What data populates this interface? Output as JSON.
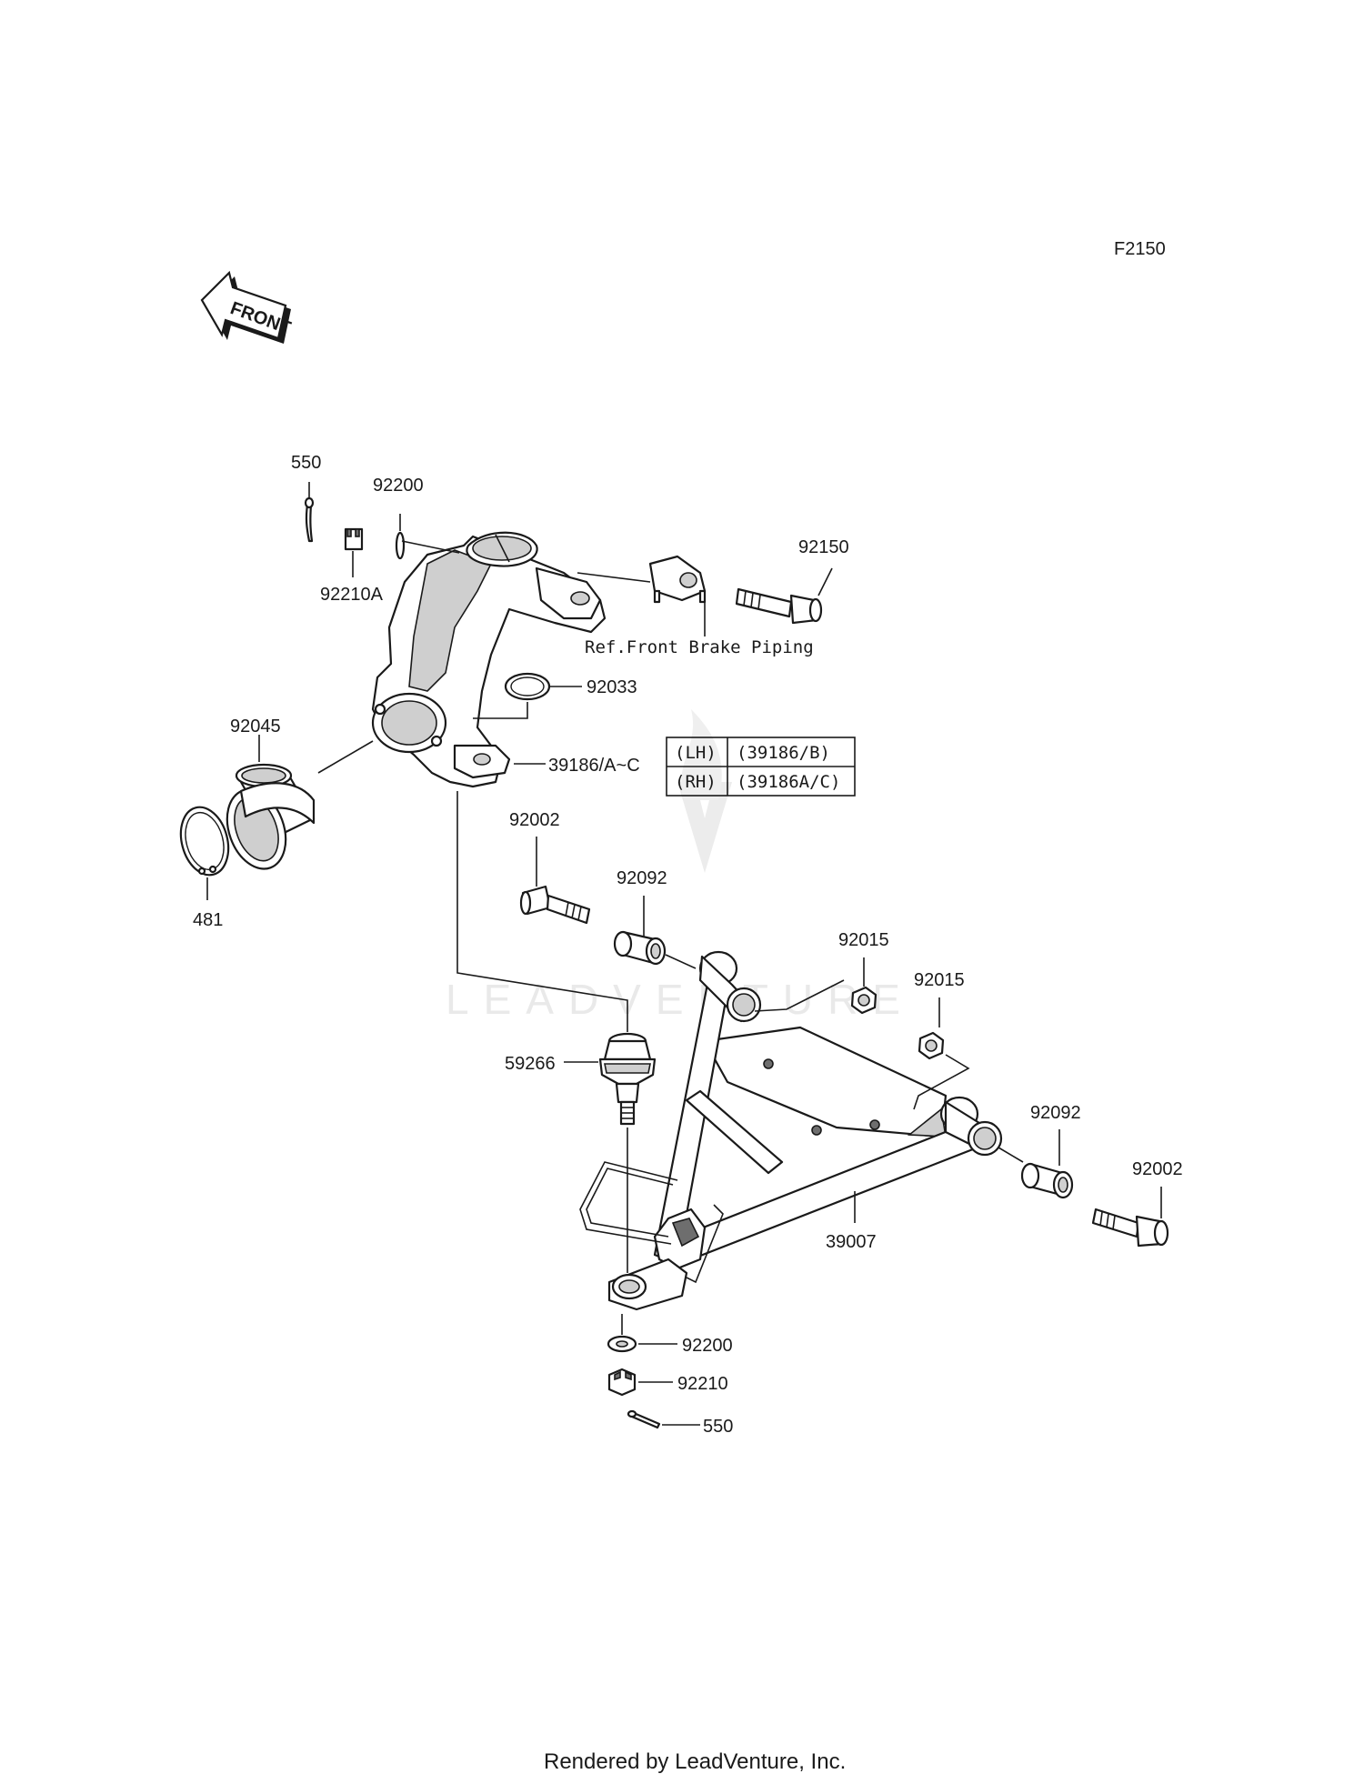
{
  "figure_code": "F2150",
  "front_label": "FRONT",
  "watermark": "LEADVENTURE",
  "footer": "Rendered by LeadVenture, Inc.",
  "ref_note": "Ref.Front Brake Piping",
  "knuckle_table": [
    {
      "side": "(LH)",
      "part": "(39186/B)"
    },
    {
      "side": "(RH)",
      "part": "(39186A/C)"
    }
  ],
  "parts": {
    "p550_top": "550",
    "p92200_top": "92200",
    "p92210a": "92210A",
    "p92150": "92150",
    "p92033": "92033",
    "p92045": "92045",
    "p39186": "39186/A~C",
    "p481": "481",
    "p92002_left": "92002",
    "p92092_left": "92092",
    "p92015_a": "92015",
    "p92015_b": "92015",
    "p59266": "59266",
    "p92092_right": "92092",
    "p92002_right": "92002",
    "p39007": "39007",
    "p92200_bottom": "92200",
    "p92210": "92210",
    "p550_bottom": "550"
  }
}
